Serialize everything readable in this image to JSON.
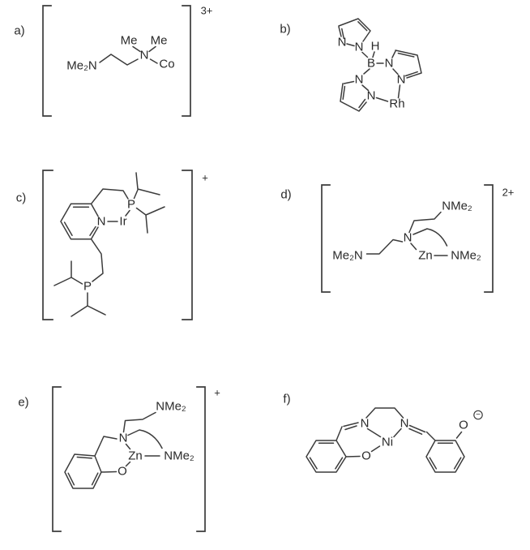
{
  "figure": {
    "background": "#ffffff",
    "line_color": "#3c3c3c",
    "text_color": "#2a2a2a",
    "panels": {
      "a": {
        "label": "a)",
        "charge": "3+",
        "atoms": {
          "me2n": "Me₂N",
          "me_left": "Me",
          "me_right": "Me",
          "n": "N",
          "co": "Co"
        }
      },
      "b": {
        "label": "b)",
        "atoms": {
          "h": "H",
          "b": "B",
          "n1_top": "N",
          "n2_top": "N",
          "n1_right": "N",
          "n2_right": "N",
          "n1_bottom": "N",
          "n2_bottom": "N",
          "rh": "Rh"
        }
      },
      "c": {
        "label": "c)",
        "charge": "+",
        "atoms": {
          "n": "N",
          "ir": "Ir",
          "p_top": "P",
          "p_bottom": "P"
        }
      },
      "d": {
        "label": "d)",
        "charge": "2+",
        "atoms": {
          "nme2_top": "NMe₂",
          "me2n_left": "Me₂N",
          "n": "N",
          "zn": "Zn",
          "nme2_right": "NMe₂"
        }
      },
      "e": {
        "label": "e)",
        "charge": "+",
        "atoms": {
          "nme2_top": "NMe₂",
          "n": "N",
          "zn": "Zn",
          "nme2_right": "NMe₂",
          "o": "O"
        }
      },
      "f": {
        "label": "f)",
        "charge": "−",
        "atoms": {
          "n_left": "N",
          "n_right": "N",
          "ni": "Ni",
          "o_left": "O",
          "o_right": "O"
        }
      }
    }
  }
}
